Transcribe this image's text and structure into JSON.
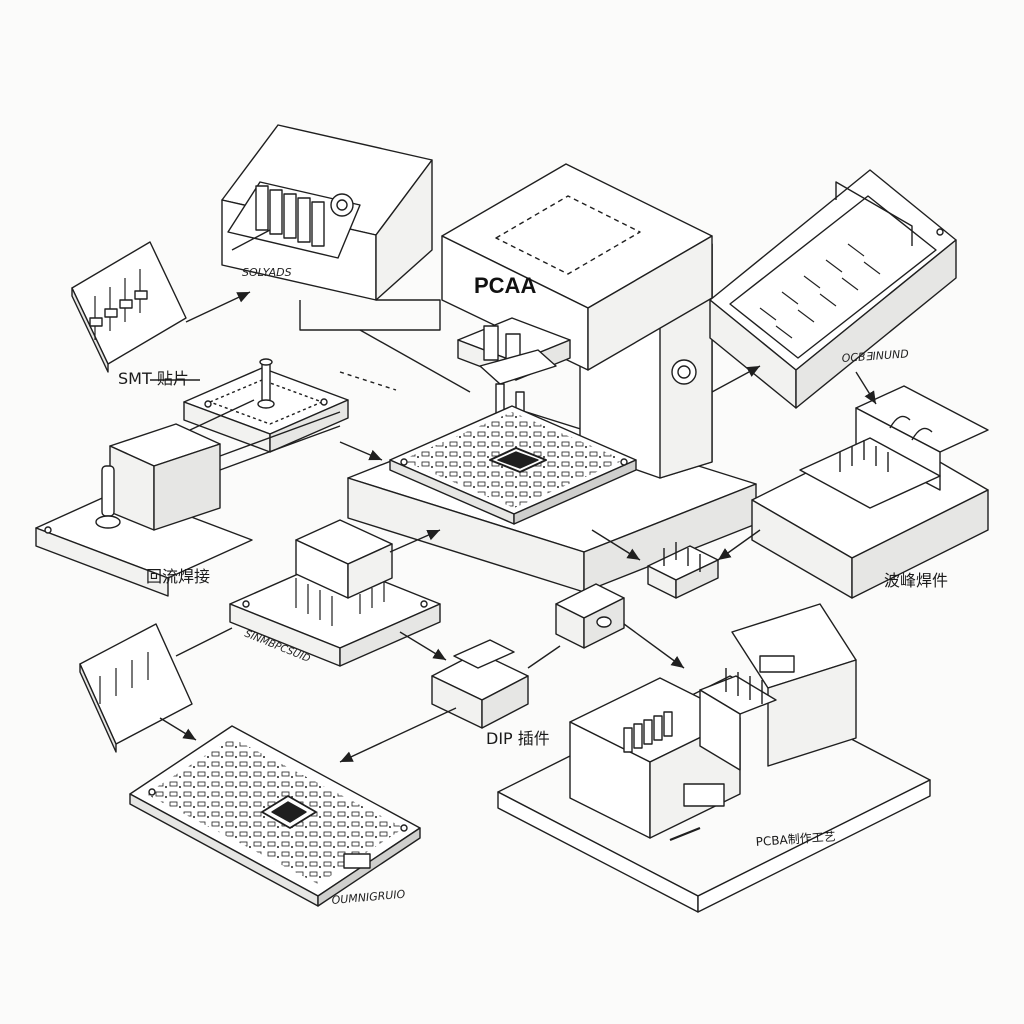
{
  "diagram": {
    "labels": {
      "machine_main": "PCAA",
      "smt_placement": "SMT 贴片",
      "reflow": "回流焊接",
      "wave": "波峰焊件",
      "dip": "DIP 插件",
      "pcba_process": "PCBA制作工艺",
      "stencil_printer": "SOLYADS",
      "aoi": "OCBƎINUND",
      "component_module": "SINMBPCSUID",
      "finished_board": "OUMNIGRUIO"
    },
    "colors": {
      "line": "#1f1f1f",
      "background": "#fbfbfa",
      "fill": "#ffffff",
      "shade": "#e6e6e4"
    }
  }
}
